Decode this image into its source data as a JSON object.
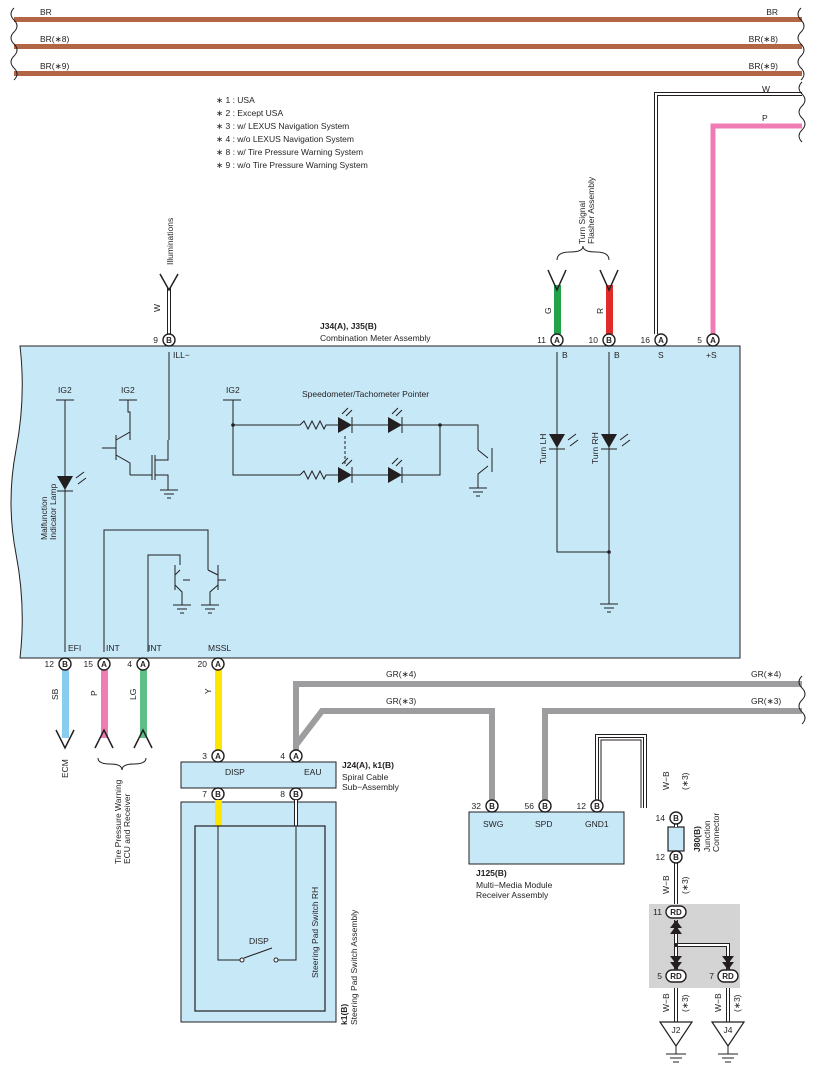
{
  "top_wires": {
    "w1": "BR",
    "w2": "BR(∗8)",
    "w3": "BR(∗9)"
  },
  "notes": [
    "∗ 1 : USA",
    "∗ 2 : Except USA",
    "∗ 3 : w/ LEXUS Navigation System",
    "∗ 4 : w/o LEXUS Navigation System",
    "∗ 8 : w/ Tire Pressure Warning System",
    "∗ 9 : w/o Tire Pressure Warning System"
  ],
  "colors": {
    "panel": "#c6e8f7",
    "brown": "#b36645",
    "gray": "#9d9d9f",
    "pink": "#ef7db3",
    "green": "#22a34a",
    "red": "#e12b2b",
    "yellow": "#ffe600",
    "lightblue": "#88cdf0",
    "lightgreen": "#5fbf86",
    "junction_bg": "#d4d4d4"
  },
  "combo_meter": {
    "id": "J34(A), J35(B)",
    "name": "Combination Meter Assembly",
    "ig2": "IG2",
    "speedo": "Speedometer/Tachometer Pointer",
    "mil": "Malfunction Indicator Lamp",
    "turn_lh": "Turn LH",
    "turn_rh": "Turn RH",
    "ill_label": "ILL−",
    "pins_top": [
      {
        "num": "9",
        "conn": "B",
        "wire": "W",
        "sig": "ILL−"
      },
      {
        "num": "11",
        "conn": "A",
        "wire": "G",
        "sig": "B"
      },
      {
        "num": "10",
        "conn": "B",
        "wire": "R",
        "sig": "B"
      },
      {
        "num": "16",
        "conn": "A",
        "wire": "",
        "sig": "S"
      },
      {
        "num": "5",
        "conn": "A",
        "wire": "",
        "sig": "+S"
      }
    ],
    "pins_bottom": [
      {
        "num": "12",
        "conn": "B",
        "wire": "SB",
        "sig": "EFI"
      },
      {
        "num": "15",
        "conn": "A",
        "wire": "P",
        "sig": "INT"
      },
      {
        "num": "4",
        "conn": "A",
        "wire": "LG",
        "sig": "INT"
      },
      {
        "num": "20",
        "conn": "A",
        "wire": "Y",
        "sig": "MSSL"
      }
    ]
  },
  "illuminations": "Illuminations",
  "turn_signal": "Turn Signal\nFlasher Assembly",
  "right_wires": {
    "w": "W",
    "p": "P"
  },
  "gr_wires": {
    "gr4": "GR(∗4)",
    "gr3": "GR(∗3)"
  },
  "ecm": "ECM",
  "tpw": "Tire Pressure Warning\nECU and Receiver",
  "spiral": {
    "id": "J24(A), k1(B)",
    "name": "Spiral Cable\nSub−Assembly",
    "disp": "DISP",
    "eau": "EAU",
    "pin3": "3",
    "pin3c": "A",
    "pin4": "4",
    "pin4c": "A",
    "pin7": "7",
    "pin7c": "B",
    "pin8": "8",
    "pin8c": "B",
    "wire_y": "Y",
    "wire_w": "W"
  },
  "steering": {
    "id": "k1(B)",
    "name": "Steering Pad Switch Assembly",
    "rh": "Steering Pad Switch RH",
    "disp": "DISP"
  },
  "mmm": {
    "id": "J125(B)",
    "name": "Multi−Media Module\nReceiver Assembly",
    "pins": [
      {
        "num": "32",
        "conn": "B",
        "sig": "SWG"
      },
      {
        "num": "56",
        "conn": "B",
        "sig": "SPD"
      },
      {
        "num": "12",
        "conn": "B",
        "sig": "GND1"
      }
    ]
  },
  "junction": {
    "id": "J80(B)",
    "name": "Junction\nConnector",
    "pin_top": "14",
    "pin_bot": "12",
    "conn": "B",
    "wire": "W−B",
    "note": "(∗3)"
  },
  "rd_block": {
    "rd": "RD",
    "pin11": "11",
    "pin5": "5",
    "pin7": "7",
    "ground1": "J2",
    "ground2": "J4"
  }
}
